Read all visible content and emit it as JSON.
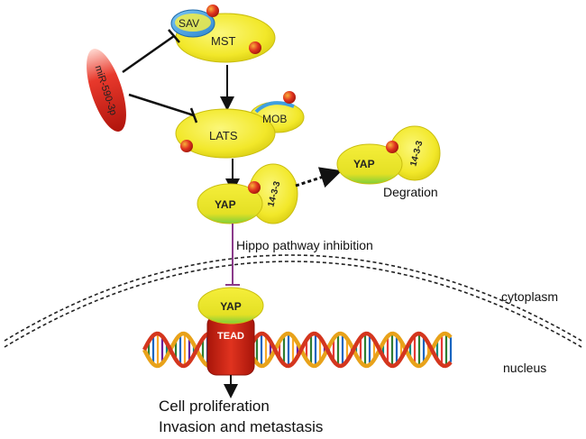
{
  "nodes": {
    "sav": "SAV",
    "mst": "MST",
    "mob": "MOB",
    "lats": "LATS",
    "mirna": "miR-590-3p",
    "yap_center": "YAP",
    "protein_1433_center": "14-3-3",
    "yap_degraded": "YAP",
    "protein_1433_degraded": "14-3-3",
    "yap_nucleus": "YAP",
    "tead": "TEAD"
  },
  "labels": {
    "degradation": "Degration",
    "hippo_inhibition": "Hippo pathway inhibition",
    "cytoplasm": "cytoplasm",
    "nucleus": "nucleus",
    "outcome_1": "Cell proliferation",
    "outcome_2": "Invasion and metastasis"
  },
  "colors": {
    "protein_yellow": "#f2e82a",
    "protein_edge": "#c9be10",
    "sav_blue": "#3f9fe0",
    "phospho_red": "#e0331f",
    "phospho_orange": "#f5a020",
    "mirna_red": "#d8251c",
    "tead_red": "#c81e12",
    "inhibit_purple": "#8a3a8a",
    "arrow_black": "#111111"
  }
}
